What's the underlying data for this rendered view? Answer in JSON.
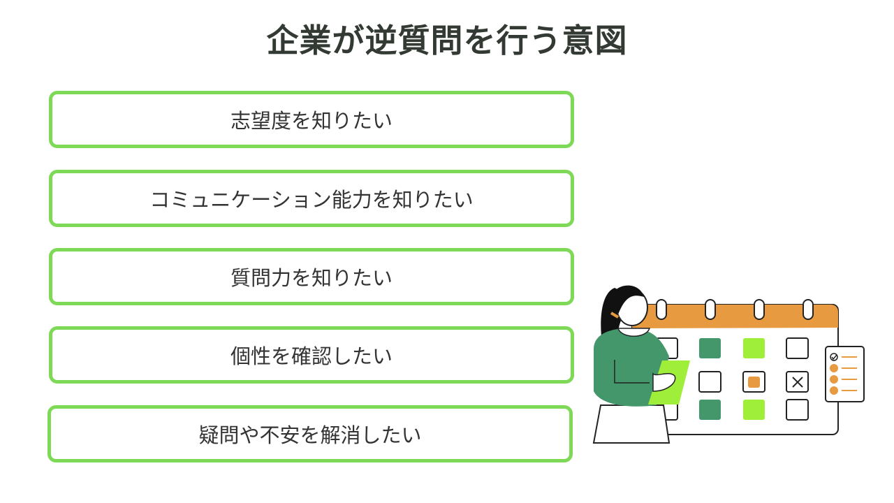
{
  "title": "企業が逆質問を行う意図",
  "items": [
    {
      "label": "志望度を知りたい"
    },
    {
      "label": "コミュニケーション能力を知りたい"
    },
    {
      "label": "質問力を知りたい"
    },
    {
      "label": "個性を確認したい"
    },
    {
      "label": "疑問や不安を解消したい"
    }
  ],
  "colors": {
    "accent": "#7ed957",
    "calendar_header": "#e89a40",
    "dark_green": "#43976a",
    "light_green": "#9fee3a"
  }
}
